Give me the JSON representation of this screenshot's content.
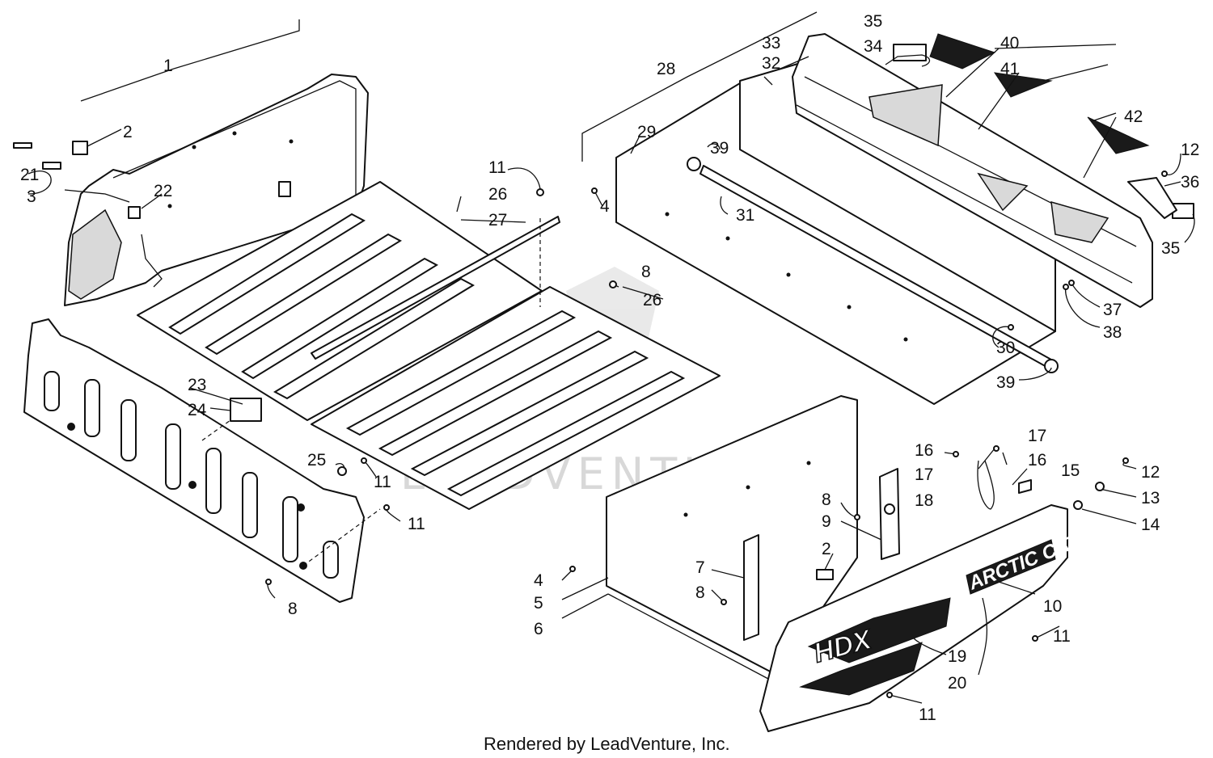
{
  "diagram": {
    "footer": "Rendered by LeadVenture, Inc.",
    "watermark": "LEADVENTURE",
    "logo_text": "ARCTIC CAT",
    "decal_text": "HDX",
    "callouts": [
      {
        "id": "c1",
        "label": "1"
      },
      {
        "id": "c2a",
        "label": "2"
      },
      {
        "id": "c21",
        "label": "21"
      },
      {
        "id": "c3",
        "label": "3"
      },
      {
        "id": "c22",
        "label": "22"
      },
      {
        "id": "c11a",
        "label": "11"
      },
      {
        "id": "c26a",
        "label": "26"
      },
      {
        "id": "c27",
        "label": "27"
      },
      {
        "id": "c8a",
        "label": "8"
      },
      {
        "id": "c26b",
        "label": "26"
      },
      {
        "id": "c28",
        "label": "28"
      },
      {
        "id": "c29",
        "label": "29"
      },
      {
        "id": "c4a",
        "label": "4"
      },
      {
        "id": "c39a",
        "label": "39"
      },
      {
        "id": "c31",
        "label": "31"
      },
      {
        "id": "c33",
        "label": "33"
      },
      {
        "id": "c32",
        "label": "32"
      },
      {
        "id": "c35a",
        "label": "35"
      },
      {
        "id": "c34",
        "label": "34"
      },
      {
        "id": "c40",
        "label": "40"
      },
      {
        "id": "c41",
        "label": "41"
      },
      {
        "id": "c42",
        "label": "42"
      },
      {
        "id": "c12a",
        "label": "12"
      },
      {
        "id": "c36",
        "label": "36"
      },
      {
        "id": "c35b",
        "label": "35"
      },
      {
        "id": "c37",
        "label": "37"
      },
      {
        "id": "c38",
        "label": "38"
      },
      {
        "id": "c30",
        "label": "30"
      },
      {
        "id": "c39b",
        "label": "39"
      },
      {
        "id": "c23",
        "label": "23"
      },
      {
        "id": "c24",
        "label": "24"
      },
      {
        "id": "c25",
        "label": "25"
      },
      {
        "id": "c11b",
        "label": "11"
      },
      {
        "id": "c11c",
        "label": "11"
      },
      {
        "id": "c8b",
        "label": "8"
      },
      {
        "id": "c16a",
        "label": "16"
      },
      {
        "id": "c17a",
        "label": "17"
      },
      {
        "id": "c17b",
        "label": "17"
      },
      {
        "id": "c16b",
        "label": "16"
      },
      {
        "id": "c15",
        "label": "15"
      },
      {
        "id": "c18",
        "label": "18"
      },
      {
        "id": "c12b",
        "label": "12"
      },
      {
        "id": "c13",
        "label": "13"
      },
      {
        "id": "c14",
        "label": "14"
      },
      {
        "id": "c8c",
        "label": "8"
      },
      {
        "id": "c9",
        "label": "9"
      },
      {
        "id": "c2b",
        "label": "2"
      },
      {
        "id": "c7",
        "label": "7"
      },
      {
        "id": "c8d",
        "label": "8"
      },
      {
        "id": "c4b",
        "label": "4"
      },
      {
        "id": "c5",
        "label": "5"
      },
      {
        "id": "c6",
        "label": "6"
      },
      {
        "id": "c10",
        "label": "10"
      },
      {
        "id": "c11d",
        "label": "11"
      },
      {
        "id": "c19",
        "label": "19"
      },
      {
        "id": "c20",
        "label": "20"
      },
      {
        "id": "c11e",
        "label": "11"
      }
    ]
  }
}
